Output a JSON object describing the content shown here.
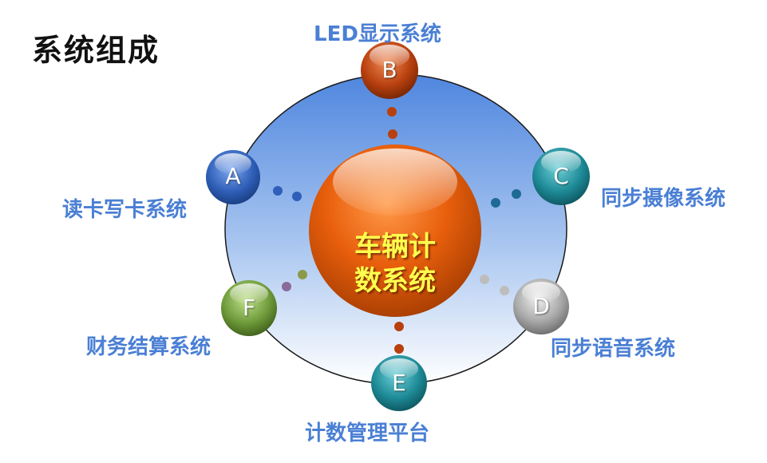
{
  "title": "系统组成",
  "center": {
    "line1": "车辆计",
    "line2": "数系统"
  },
  "nodes": [
    {
      "id": "A",
      "label": "读卡写卡系统",
      "color": "#2f5fb8"
    },
    {
      "id": "B",
      "label": "LED显示系统",
      "color": "#b8400f"
    },
    {
      "id": "C",
      "label": "同步摄像系统",
      "color": "#1d8a96"
    },
    {
      "id": "D",
      "label": "同步语音系统",
      "color": "#9a9a9a"
    },
    {
      "id": "E",
      "label": "计数管理平台",
      "color": "#1d8a96"
    },
    {
      "id": "F",
      "label": "财务结算系统",
      "color": "#6e9a3a"
    }
  ],
  "colors": {
    "ring_top": "#4f86df",
    "ring_bottom": "#ffffff",
    "center": "#e0580a",
    "label": "#4a7fd4",
    "center_text": "#ffff4d"
  }
}
